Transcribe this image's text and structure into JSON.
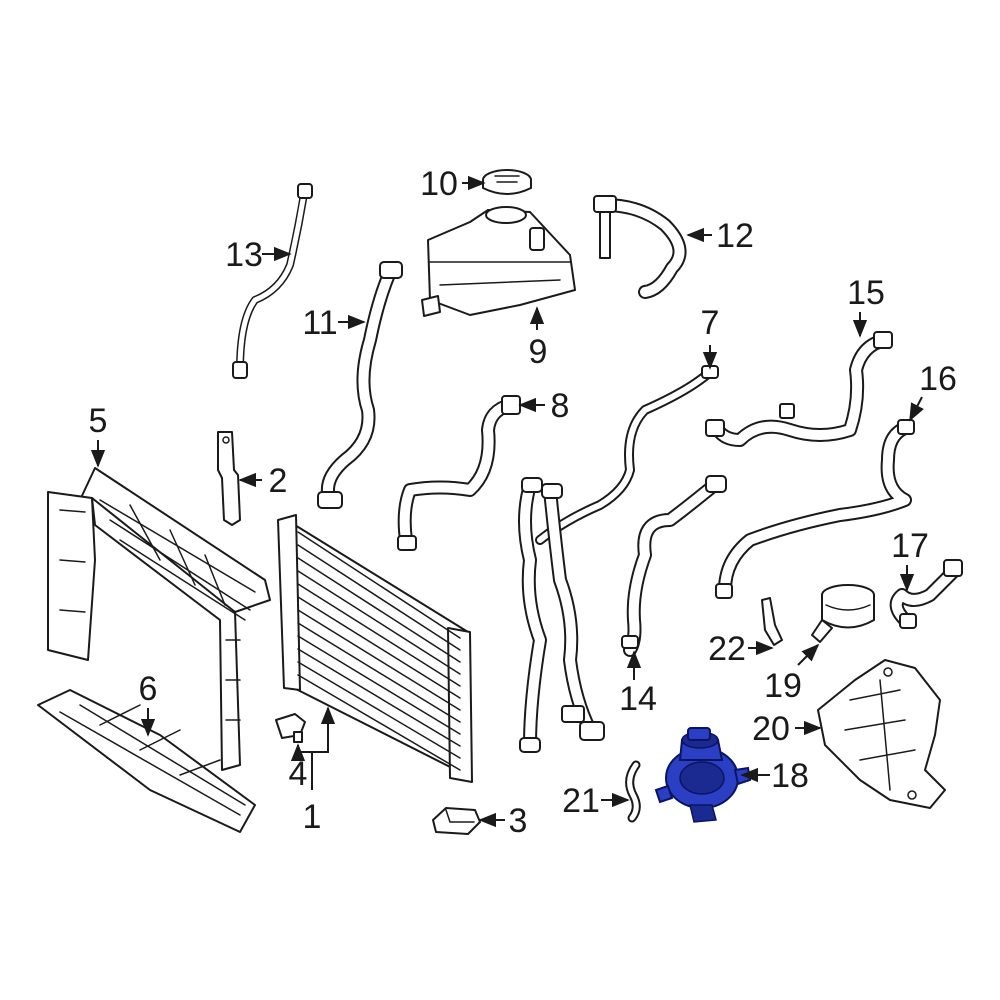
{
  "diagram": {
    "colors": {
      "line": "#1a1a1a",
      "highlight": "#2a3fc4",
      "background": "#ffffff"
    },
    "highlighted_part": "18",
    "callouts": [
      {
        "id": "c1",
        "label": "1"
      },
      {
        "id": "c2",
        "label": "2"
      },
      {
        "id": "c3",
        "label": "3"
      },
      {
        "id": "c4",
        "label": "4"
      },
      {
        "id": "c5",
        "label": "5"
      },
      {
        "id": "c6",
        "label": "6"
      },
      {
        "id": "c7",
        "label": "7"
      },
      {
        "id": "c8",
        "label": "8"
      },
      {
        "id": "c9",
        "label": "9"
      },
      {
        "id": "c10",
        "label": "10"
      },
      {
        "id": "c11",
        "label": "11"
      },
      {
        "id": "c12",
        "label": "12"
      },
      {
        "id": "c13",
        "label": "13"
      },
      {
        "id": "c14",
        "label": "14"
      },
      {
        "id": "c15",
        "label": "15"
      },
      {
        "id": "c16",
        "label": "16"
      },
      {
        "id": "c17",
        "label": "17"
      },
      {
        "id": "c18",
        "label": "18"
      },
      {
        "id": "c19",
        "label": "19"
      },
      {
        "id": "c20",
        "label": "20"
      },
      {
        "id": "c21",
        "label": "21"
      },
      {
        "id": "c22",
        "label": "22"
      }
    ]
  }
}
